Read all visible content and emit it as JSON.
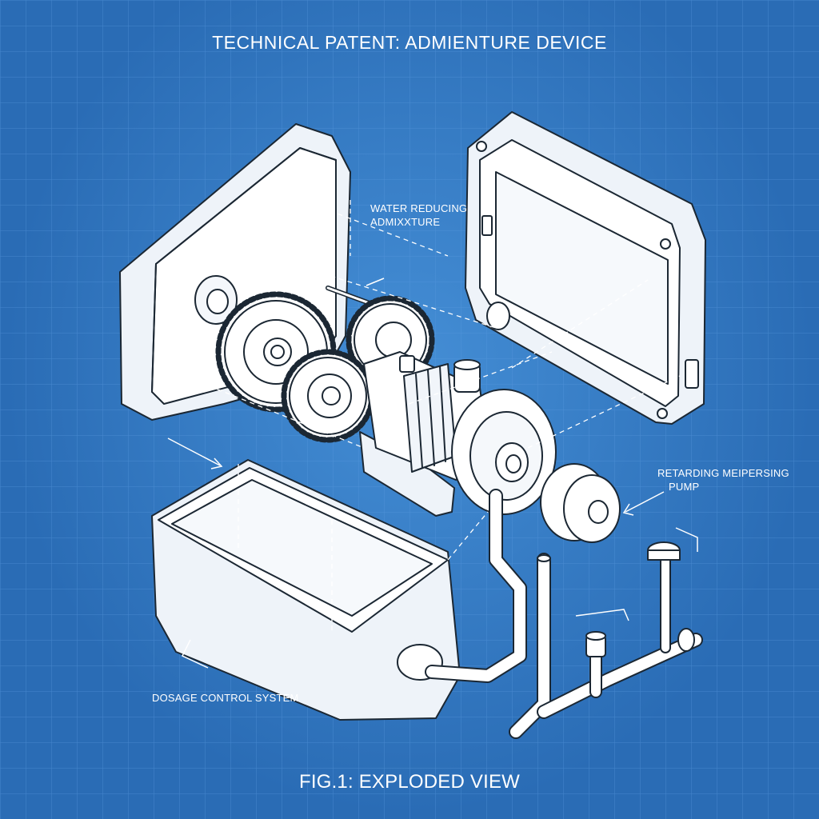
{
  "title": "TECHNICAL PATENT: ADMIENTURE DEVICE",
  "labels": {
    "admixture_line1": "WATER REDUCING",
    "admixture_line2": "ADMIXXTURE",
    "pump_line1": "RETARDING MEIPERSING",
    "pump_line2": "PUMP",
    "dosage": "DOSAGE CONTROL SYSTEM"
  },
  "caption": "FIG.1: EXPLODED VIEW",
  "colors": {
    "background": "#2a6cb5",
    "grid": "#5a9ad8",
    "line": "#ffffff",
    "part_fill": "#f7f9fc",
    "part_shade": "#dfe8f2"
  }
}
